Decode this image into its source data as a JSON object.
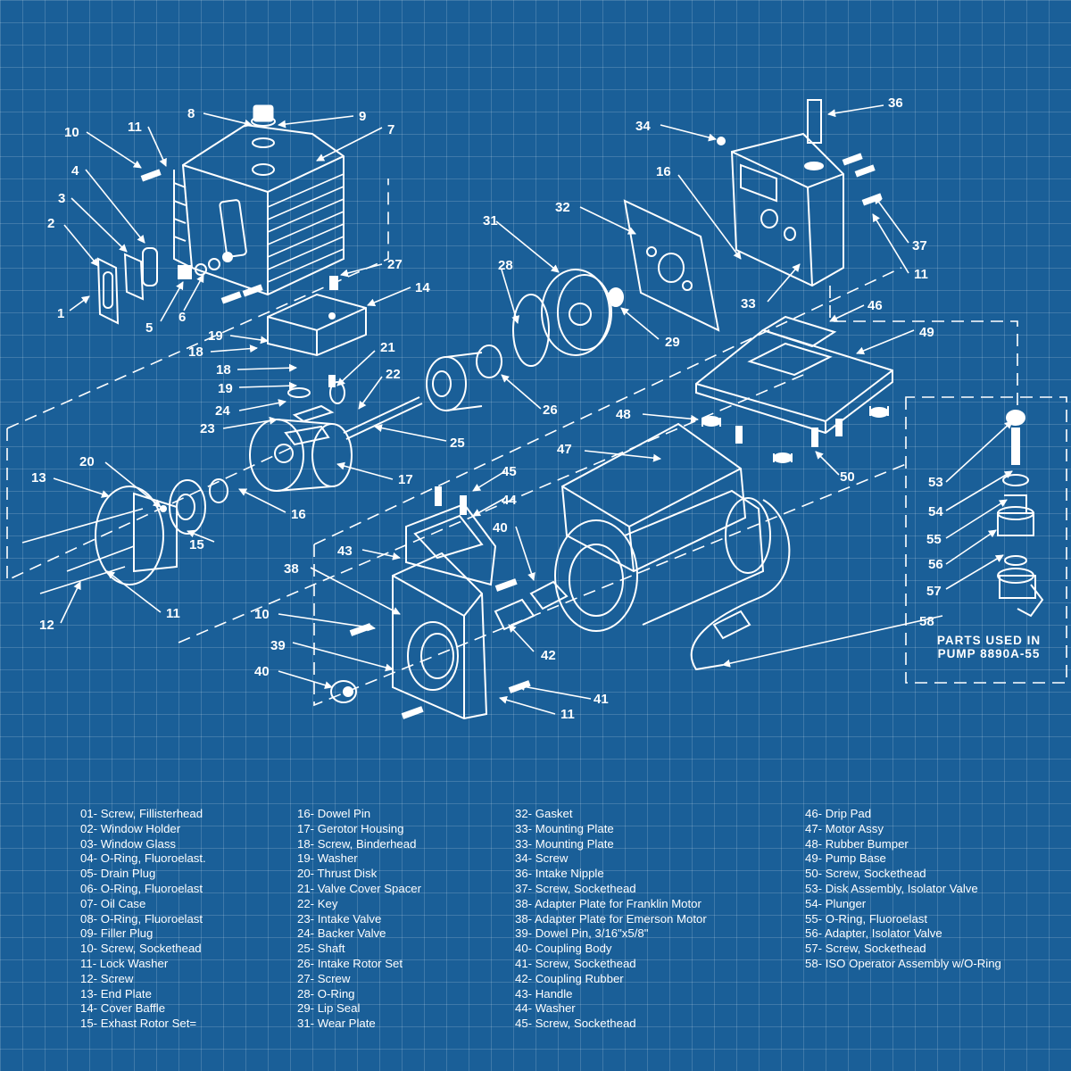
{
  "colors": {
    "background": "#1a5f98",
    "grid": "#ffffff",
    "line": "#ffffff"
  },
  "callouts": [
    {
      "n": "1"
    },
    {
      "n": "2"
    },
    {
      "n": "3"
    },
    {
      "n": "4"
    },
    {
      "n": "5"
    },
    {
      "n": "6"
    },
    {
      "n": "7"
    },
    {
      "n": "8"
    },
    {
      "n": "9"
    },
    {
      "n": "10"
    },
    {
      "n": "11"
    },
    {
      "n": "14"
    },
    {
      "n": "27"
    },
    {
      "n": "19"
    },
    {
      "n": "18"
    },
    {
      "n": "21"
    },
    {
      "n": "18"
    },
    {
      "n": "19"
    },
    {
      "n": "22"
    },
    {
      "n": "24"
    },
    {
      "n": "23"
    },
    {
      "n": "25"
    },
    {
      "n": "26"
    },
    {
      "n": "28"
    },
    {
      "n": "31"
    },
    {
      "n": "32"
    },
    {
      "n": "29"
    },
    {
      "n": "34"
    },
    {
      "n": "36"
    },
    {
      "n": "16"
    },
    {
      "n": "37"
    },
    {
      "n": "11"
    },
    {
      "n": "33"
    },
    {
      "n": "46"
    },
    {
      "n": "49"
    },
    {
      "n": "48"
    },
    {
      "n": "50"
    },
    {
      "n": "47"
    },
    {
      "n": "20"
    },
    {
      "n": "13"
    },
    {
      "n": "17"
    },
    {
      "n": "16"
    },
    {
      "n": "15"
    },
    {
      "n": "11"
    },
    {
      "n": "12"
    },
    {
      "n": "45"
    },
    {
      "n": "44"
    },
    {
      "n": "40"
    },
    {
      "n": "43"
    },
    {
      "n": "38"
    },
    {
      "n": "10"
    },
    {
      "n": "39"
    },
    {
      "n": "40"
    },
    {
      "n": "42"
    },
    {
      "n": "41"
    },
    {
      "n": "11"
    },
    {
      "n": "53"
    },
    {
      "n": "54"
    },
    {
      "n": "55"
    },
    {
      "n": "56"
    },
    {
      "n": "57"
    },
    {
      "n": "58"
    }
  ],
  "parts_note": {
    "line1": "PARTS USED IN",
    "line2": "PUMP 8890A-55"
  },
  "legend": {
    "col1": [
      "01- Screw, Fillisterhead",
      "02- Window Holder",
      "03- Window Glass",
      "04- O-Ring, Fluoroelast.",
      "05- Drain Plug",
      "06- O-Ring, Fluoroelast",
      "07- Oil Case",
      "08- O-Ring, Fluoroelast",
      "09- Filler Plug",
      "10- Screw, Sockethead",
      "11- Lock Washer",
      "12- Screw",
      "13- End Plate",
      "14- Cover Baffle",
      "15- Exhast Rotor Set="
    ],
    "col2": [
      "16- Dowel Pin",
      "17- Gerotor Housing",
      "18- Screw, Binderhead",
      "19- Washer",
      "20- Thrust Disk",
      "21- Valve Cover Spacer",
      "22- Key",
      "23- Intake Valve",
      "24- Backer Valve",
      "25- Shaft",
      "26- Intake Rotor Set",
      "27- Screw",
      "28- O-Ring",
      "29- Lip Seal",
      "31- Wear Plate"
    ],
    "col3": [
      "32- Gasket",
      "33- Mounting Plate",
      "33- Mounting Plate",
      "34- Screw",
      "36- Intake Nipple",
      "37- Screw, Sockethead",
      "38- Adapter Plate for Franklin Motor",
      "38- Adapter Plate for Emerson Motor",
      "39- Dowel Pin, 3/16\"x5/8\"",
      "40- Coupling Body",
      "41- Screw, Sockethead",
      "42- Coupling Rubber",
      "43- Handle",
      "44- Washer",
      "45- Screw, Sockethead"
    ],
    "col4": [
      "46- Drip Pad",
      "47- Motor Assy",
      "48- Rubber Bumper",
      "49- Pump Base",
      "50- Screw, Sockethead",
      "53- Disk Assembly, Isolator Valve",
      "54- Plunger",
      "55- O-Ring, Fluoroelast",
      "56- Adapter, Isolator Valve",
      "57- Screw, Sockethead",
      "58- ISO Operator Assembly w/O-Ring"
    ]
  }
}
